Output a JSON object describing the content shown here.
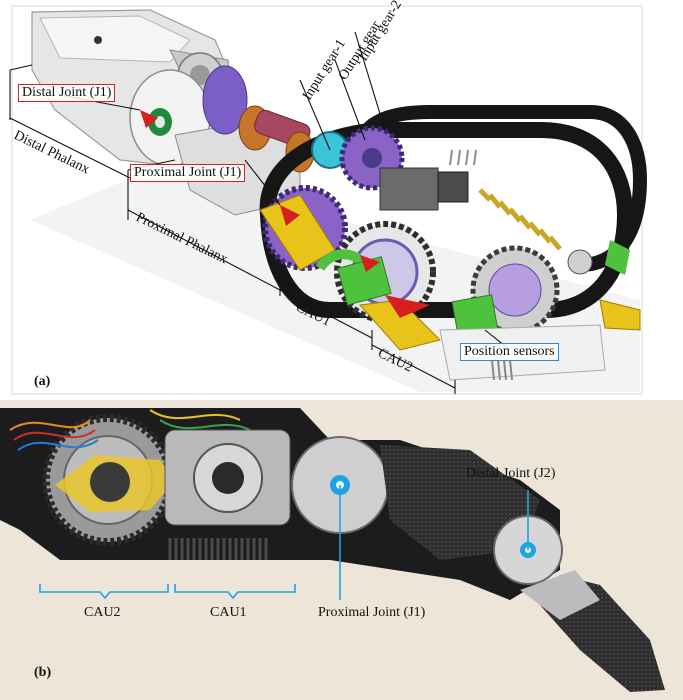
{
  "panel_a": {
    "tag": "(a)",
    "labels": {
      "input_gear_2": "Input gear-2",
      "output_gear": "Output gear",
      "input_gear_1": "Input gear-1",
      "distal_joint": "Distal Joint (J1)",
      "proximal_joint": "Proximal Joint (J1)",
      "distal_phalanx": "Distal Phalanx",
      "proximal_phalanx": "Proximal Phalanx",
      "cau1": "CAU1",
      "cau2": "CAU2",
      "position_sensors": "Position sensors"
    }
  },
  "panel_b": {
    "tag": "(b)",
    "labels": {
      "distal_joint": "Distal Joint (J2)",
      "proximal_joint": "Proximal Joint (J1)",
      "cau2": "CAU2",
      "cau1": "CAU1"
    }
  },
  "colors": {
    "red_callout": "#d62020",
    "blue_callout": "#2a8fd6",
    "gear_purple": "#8a62c8",
    "belt_black": "#161616",
    "link_yellow": "#e8c31a",
    "sensor_green": "#4fc23d"
  }
}
